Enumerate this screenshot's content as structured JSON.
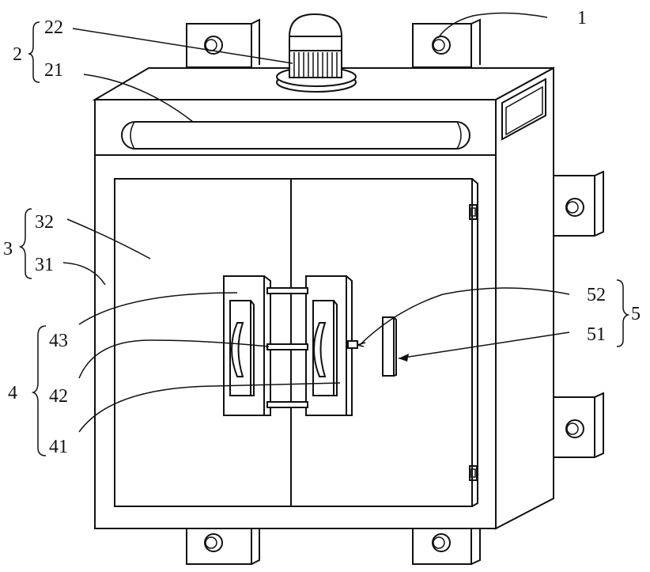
{
  "labels": {
    "l1": "1",
    "l2": "2",
    "l21": "21",
    "l22": "22",
    "l3": "3",
    "l31": "31",
    "l32": "32",
    "l4": "4",
    "l41": "41",
    "l42": "42",
    "l43": "43",
    "l5": "5",
    "l51": "51",
    "l52": "52"
  }
}
